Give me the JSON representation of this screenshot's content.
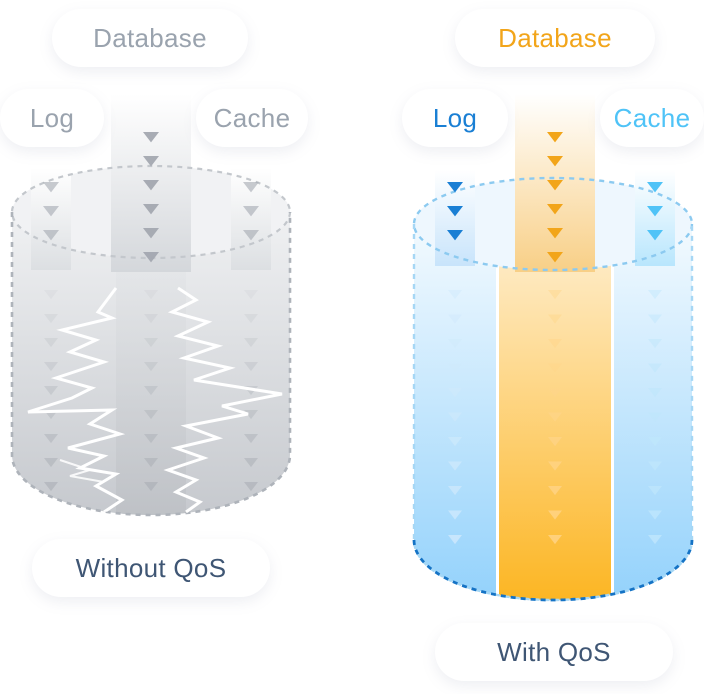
{
  "left": {
    "database_label": "Database",
    "log_label": "Log",
    "cache_label": "Cache",
    "caption": "Without QoS"
  },
  "right": {
    "database_label": "Database",
    "log_label": "Log",
    "cache_label": "Cache",
    "caption": "With QoS"
  },
  "colors": {
    "gray_label": "#9aa3ae",
    "caption_text": "#3f5674",
    "database_accent": "#f2a51a",
    "log_accent": "#1a7fd4",
    "cache_accent": "#4fc3f7",
    "gray_arrow": "#a3a8b0",
    "right_outline": "#8ccaf0",
    "left_outline": "#c2c6cc"
  },
  "icons": [
    "down-arrow-icon",
    "lightning-interference-icon"
  ]
}
